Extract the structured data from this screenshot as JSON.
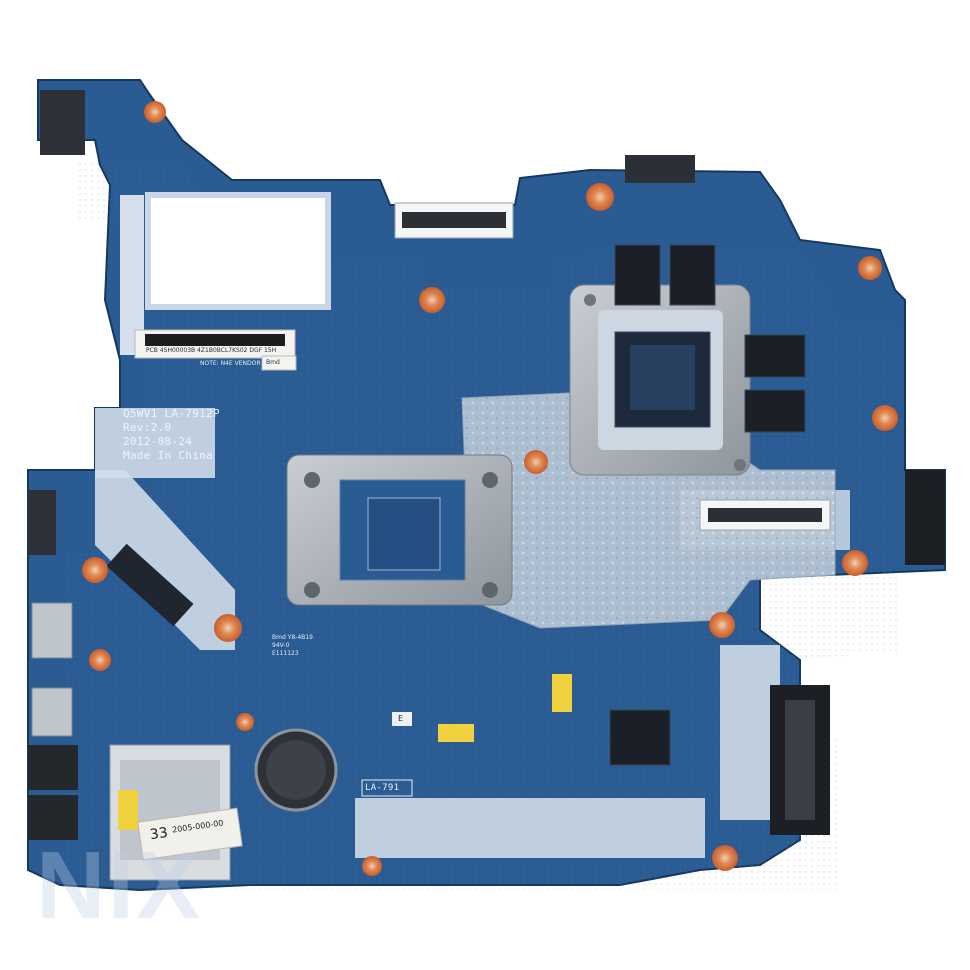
{
  "board": {
    "model": "Q5WV1 LA-7912P",
    "revision": "Rev:2.0",
    "date": "2012-08-24",
    "origin": "Made In China",
    "bottom_label": "LA-791"
  },
  "labels": {
    "barcode_caption": "PCB 4SH00003B  4Z1B0BCL7KS02 DGF 15H",
    "vendor_text": "NOTE: N4E VENDOR",
    "vendor_box": "Bmd",
    "tiny_mark": "Bmd Y8-4B19",
    "tiny_mark_2": "94V-0",
    "tiny_mark_3": "E111123",
    "sticker_num": "33",
    "sticker_code": "2005-000-00",
    "e_mark": "E",
    "watermark": "NIX"
  },
  "colors": {
    "pcb": "#2a5b92",
    "pcb_dark": "#1f4a7c",
    "silk": "#d8e2ee",
    "copper_pad": "#d86a3a",
    "heatsink": "#a9aeb4"
  }
}
